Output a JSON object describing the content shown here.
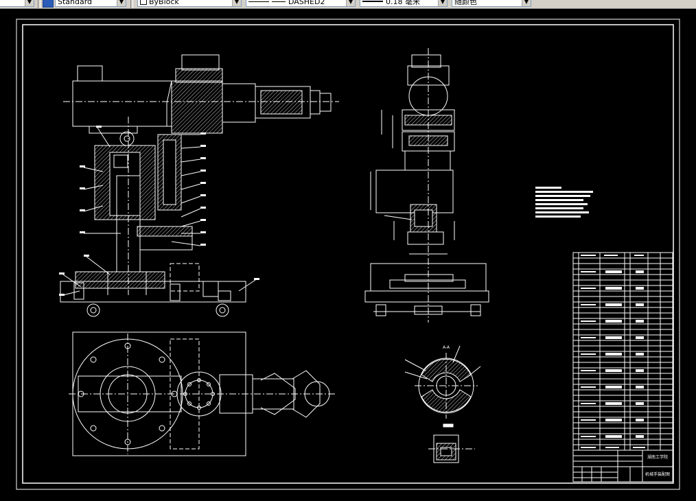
{
  "toolbar": {
    "text_style": "Standard",
    "color": "ByBlock",
    "linetype": "DASHED2",
    "lineweight": "0.18 毫米",
    "plot_style": "随颜色"
  },
  "title_block": {
    "school": "湖南工学院",
    "drawing_name": "机械手装配图"
  },
  "section_labels": {
    "view_a": "A-A"
  },
  "colors": {
    "background": "#000000",
    "linework": "#ffffff",
    "toolbar": "#d4d0c8"
  }
}
